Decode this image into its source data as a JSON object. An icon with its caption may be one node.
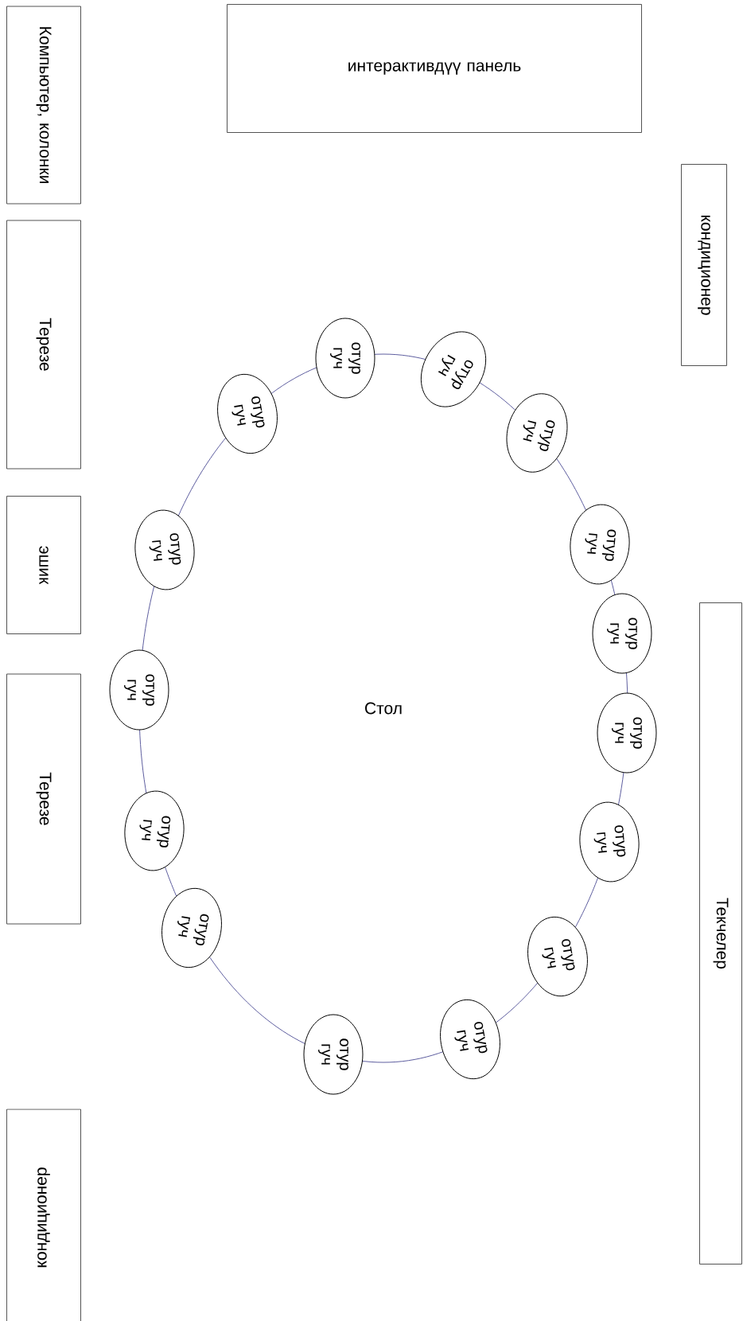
{
  "diagram": {
    "nodes": [
      {
        "text": [
          "интерактивдүү панель"
        ]
      },
      {
        "text": [
          "Компьютер, колонки"
        ]
      },
      {
        "text": [
          "Терезе"
        ]
      },
      {
        "text": [
          "эшик"
        ]
      },
      {
        "text": [
          "Терезе"
        ]
      },
      {
        "text": [
          "кондиционер"
        ]
      },
      {
        "text": [
          "кондиционер"
        ]
      },
      {
        "text": [
          "Текчелер"
        ]
      },
      {
        "text": [
          "Стол"
        ]
      },
      {
        "text": [
          "отур гуч"
        ]
      },
      {
        "text": [
          "отур гуч"
        ]
      },
      {
        "text": [
          "отур гуч"
        ]
      },
      {
        "text": [
          "отур гуч"
        ]
      },
      {
        "text": [
          "отур гуч"
        ]
      },
      {
        "text": [
          "отур гуч"
        ]
      },
      {
        "text": [
          "отур гуч"
        ]
      },
      {
        "text": [
          "отур гуч"
        ]
      },
      {
        "text": [
          "отур гуч"
        ]
      },
      {
        "text": [
          "отур гуч"
        ]
      },
      {
        "text": [
          "отур гуч"
        ]
      },
      {
        "text": [
          "отур гуч"
        ]
      },
      {
        "text": [
          "отур гуч"
        ]
      },
      {
        "text": [
          "отур гуч"
        ]
      },
      {
        "text": [
          "отур гуч"
        ]
      }
    ]
  }
}
